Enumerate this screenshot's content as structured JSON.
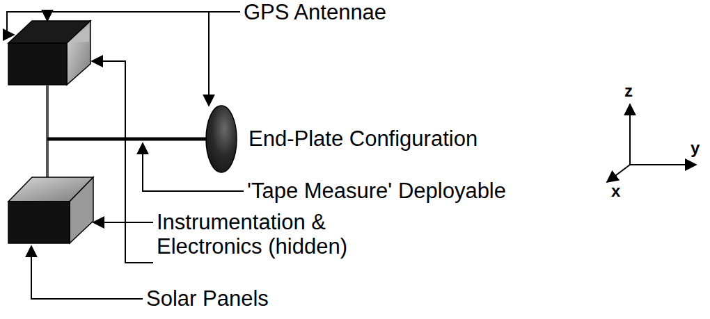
{
  "diagram": {
    "labels": [
      "GPS Antennae",
      "End-Plate Configuration",
      "'Tape Measure' Deployable",
      "Instrumentation & Electronics (hidden)",
      "Solar Panels",
      "z",
      "y",
      "x"
    ]
  }
}
